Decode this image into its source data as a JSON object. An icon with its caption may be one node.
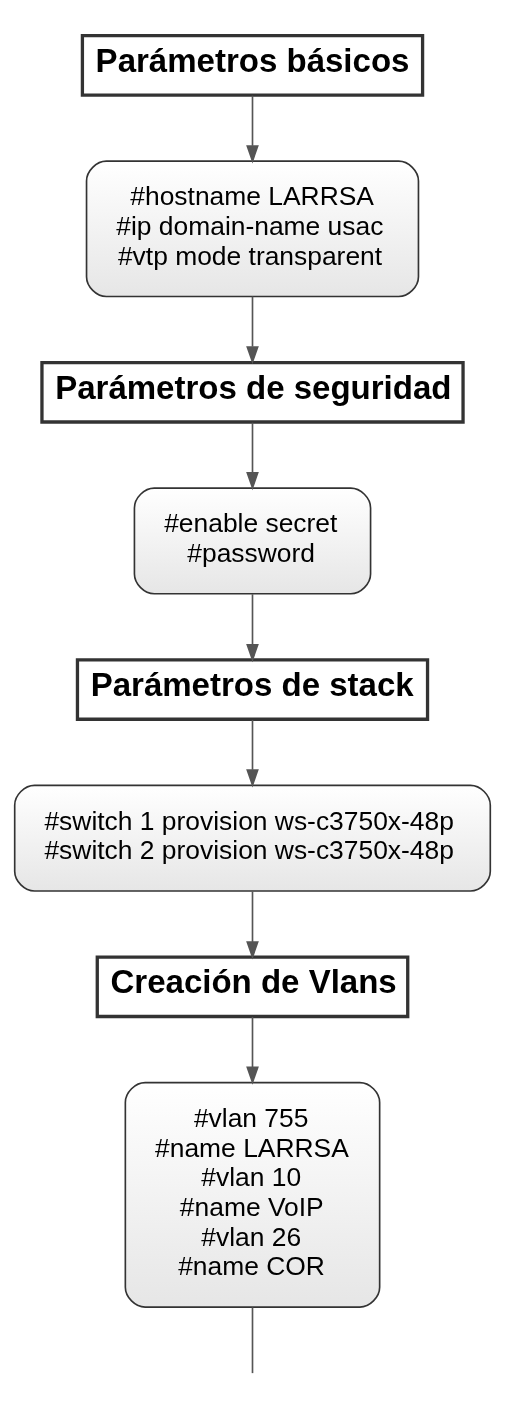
{
  "diagram": {
    "nodes": [
      {
        "text": [
          "Parámetros básicos"
        ]
      },
      {
        "text": [
          "#hostname LARRSA",
          "#ip domain-name usac",
          "#vtp mode transparent"
        ]
      },
      {
        "text": [
          "Parámetros de seguridad"
        ]
      },
      {
        "text": [
          "#enable secret",
          "#password"
        ]
      },
      {
        "text": [
          "Parámetros de stack"
        ]
      },
      {
        "text": [
          "#switch 1 provision ws-c3750x-48p",
          "#switch 2 provision ws-c3750x-48p"
        ]
      },
      {
        "text": [
          "Creación de Vlans"
        ]
      },
      {
        "text": [
          "#vlan 755",
          "#name LARRSA",
          "#vlan 10",
          "#name VoIP",
          "#vlan 26",
          "#name COR"
        ]
      }
    ],
    "edges": [
      {
        "from": 0,
        "to": 1,
        "arrow": "to"
      },
      {
        "from": 1,
        "to": 2,
        "arrow": "to"
      },
      {
        "from": 2,
        "to": 3,
        "arrow": "to"
      },
      {
        "from": 3,
        "to": 4,
        "arrow": "to"
      },
      {
        "from": 4,
        "to": 5,
        "arrow": "to"
      },
      {
        "from": 5,
        "to": 6,
        "arrow": "to"
      },
      {
        "from": 6,
        "to": 7,
        "arrow": "to"
      },
      {
        "from": 7,
        "to": null,
        "arrow": "none"
      }
    ]
  }
}
